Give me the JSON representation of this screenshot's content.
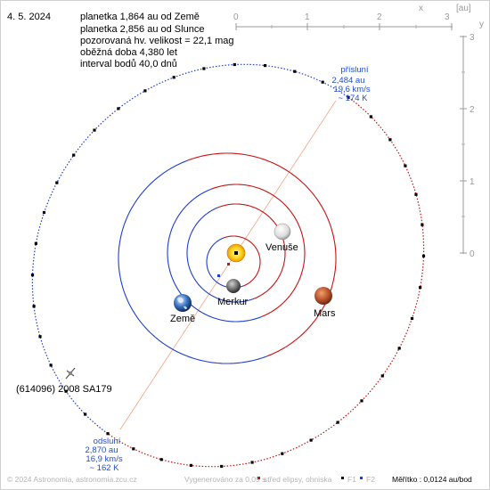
{
  "header": {
    "date": "4. 5. 2024",
    "lines": [
      "planetka 1,864 au od Země",
      "planetka 2,856 au od Slunce",
      "pozorovaná hv. velikost = 22,1 mag",
      "oběžná doba 4,380 let",
      "interval bodů 40,0 dnů"
    ]
  },
  "axes": {
    "unit": "[au]",
    "x_label": "x",
    "y_label": "y",
    "x_ticks": [
      "0",
      "1",
      "2",
      "3"
    ],
    "y_ticks": [
      "3",
      "2",
      "1",
      "0"
    ]
  },
  "aphelion": {
    "title": "přísluní",
    "distance": "2,484 au",
    "speed": "19,6 km/s",
    "temp": "~ 174 K"
  },
  "perihelion": {
    "title": "odsluní",
    "distance": "2,870 au",
    "speed": "16,9 km/s",
    "temp": "~ 162 K"
  },
  "bodies": {
    "venus": "Venuše",
    "earth": "Země",
    "mercury": "Merkur",
    "mars": "Mars",
    "asteroid": "(614096) 2008 SA179"
  },
  "footer": {
    "copyright": "© 2024 Astronomia, astronomia.zcu.cz",
    "generated": "Vygenerováno za 0,09 s",
    "center_legend": "střed elipsy, ohniska",
    "f1": "F1",
    "f2": "F2",
    "scale": "Měřítko : 0,0124 au/bod"
  },
  "colors": {
    "orbit_red": "#cc1111",
    "orbit_blue": "#1f3fd0",
    "text_blue": "#1f4fd1",
    "axis_gray": "#9a9a9a",
    "apsis_line": "#f0a585"
  }
}
